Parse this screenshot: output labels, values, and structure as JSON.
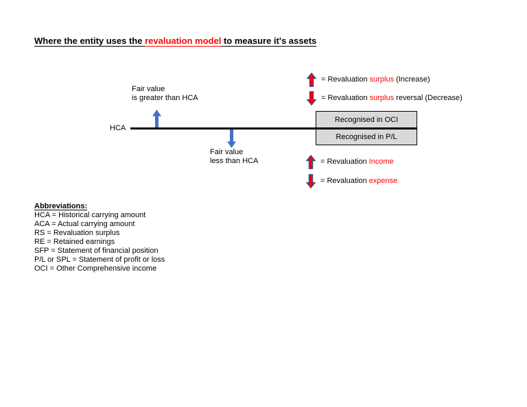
{
  "title": {
    "prefix": "Where the entity uses the ",
    "highlight": "revaluation model",
    "suffix": " to measure it's assets"
  },
  "diagram": {
    "axis_label": "HCA",
    "above_line_1": "Fair value",
    "above_line_2": "is greater than HCA",
    "below_line_1": "Fair value",
    "below_line_2": "less than HCA",
    "box_oci": "Recognised in OCI",
    "box_pl": "Recognised in P/L",
    "up_arrow_icon": "blue-up-arrow",
    "down_arrow_icon": "blue-down-arrow"
  },
  "legend_top": [
    {
      "direction": "up",
      "prefix": "= Revaluation ",
      "red": "surplus",
      "suffix": " (Increase)"
    },
    {
      "direction": "down",
      "prefix": "= Revaluation ",
      "red": "surplus",
      "suffix": " reversal (Decrease)"
    }
  ],
  "legend_bottom": [
    {
      "direction": "up",
      "prefix": "= Revaluation ",
      "red": "Income",
      "suffix": ""
    },
    {
      "direction": "down",
      "prefix": "= Revaluation ",
      "red": "expense",
      "suffix": ""
    }
  ],
  "abbreviations": {
    "heading": "Abbreviations:",
    "items": [
      "HCA = Historical carrying amount",
      "ACA = Actual carrying amount",
      "RS = Revaluation surplus",
      "RE = Retained earnings",
      "SFP = Statement of financial position",
      "P/L or SPL = Statement of profit or loss",
      "OCI = Other Comprehensive income"
    ]
  },
  "colors": {
    "red": "#ff0000",
    "blue_arrow": "#4472c4",
    "red_arrow_fill": "#ff0000",
    "red_arrow_outline": "#2f5496",
    "box_fill": "#d9d9d9"
  }
}
